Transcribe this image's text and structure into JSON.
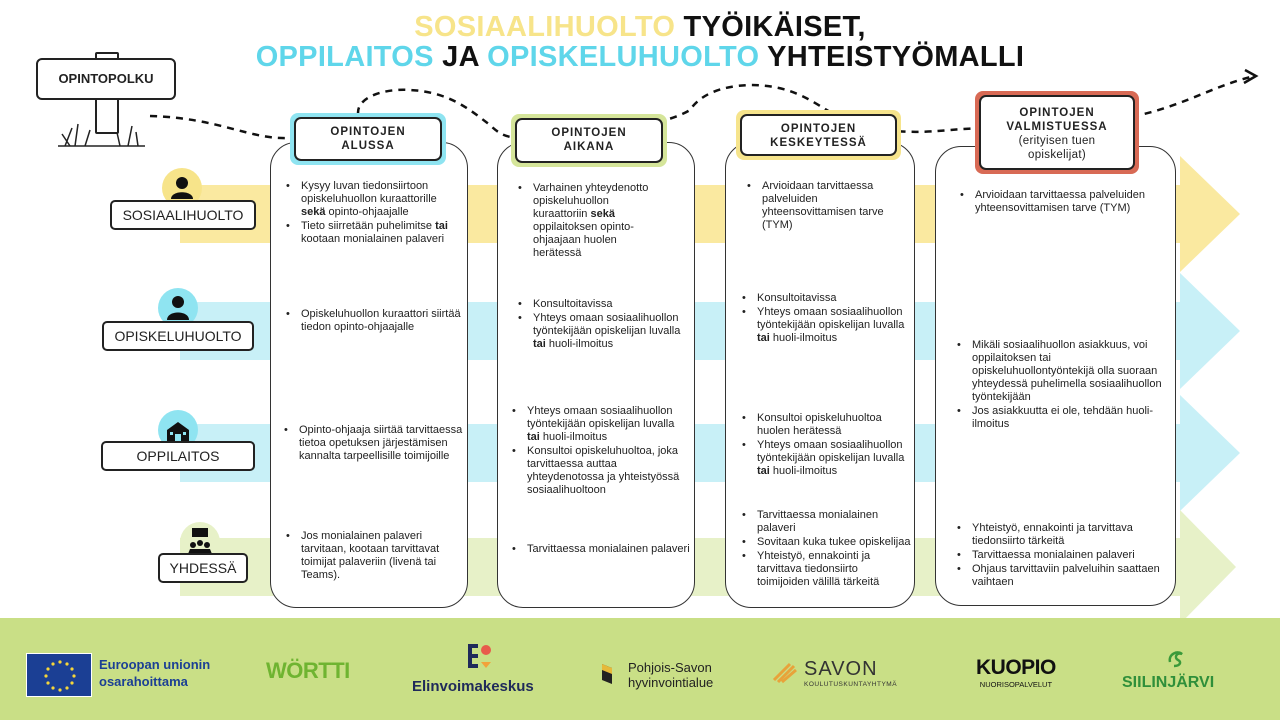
{
  "title": {
    "line1_a": "SOSIAALIHUOLTO",
    "line1_b": " TYÖIKÄISET,",
    "line2_a": "OPPILAITOS",
    "line2_b": " JA ",
    "line2_c": "OPISKELUHUOLTO",
    "line2_d": " YHTEISTYÖMALLI"
  },
  "path_label": "OPINTOPOLKU",
  "rows": [
    {
      "label": "SOSIAALIHUOLTO",
      "icon": "person-icon",
      "color": "#fae9a0"
    },
    {
      "label": "OPISKELUHUOLTO",
      "icon": "student-icon",
      "color": "#c8f0f7"
    },
    {
      "label": "OPPILAITOS",
      "icon": "school-icon",
      "color": "#c8f0f7"
    },
    {
      "label": "YHDESSÄ",
      "icon": "meeting-icon",
      "color": "#e7f1c8"
    }
  ],
  "columns": [
    {
      "header": "OPINTOJEN ALUSSA",
      "header_line1": "OPINTOJEN",
      "header_line2": "ALUSSA",
      "accent": "#8fe4f1",
      "cells": {
        "sosiaalihuolto": [
          "Kysyy luvan tiedonsiirtoon opiskeluhuollon kuraattorille sekä opinto-ohjaajalle",
          "Tieto siirretään puhelimitse tai kootaan monialainen palaveri"
        ],
        "opiskeluhuolto": [
          "Opiskeluhuollon kuraattori siirtää tiedon opinto-ohjaajalle"
        ],
        "oppilaitos": [
          "Opinto-ohjaaja siirtää tarvittaessa tietoa opetuksen järjestämisen kannalta tarpeellisille toimijoille"
        ],
        "yhdessa": [
          "Jos monialainen palaveri tarvitaan, kootaan tarvittavat toimijat palaveriin (livenä tai Teams)."
        ]
      }
    },
    {
      "header": "OPINTOJEN AIKANA",
      "header_line1": "OPINTOJEN",
      "header_line2": "AIKANA",
      "accent": "#d5e59a",
      "cells": {
        "sosiaalihuolto": [
          "Varhainen yhteydenotto opiskeluhuollon kuraattoriin sekä oppilaitoksen opinto-ohjaajaan huolen herätessä"
        ],
        "opiskeluhuolto": [
          "Konsultoitavissa",
          "Yhteys omaan sosiaalihuollon työntekijään opiskelijan luvalla tai huoli-ilmoitus"
        ],
        "oppilaitos": [
          "Yhteys omaan sosiaalihuollon työntekijään opiskelijan luvalla tai huoli-ilmoitus",
          "Konsultoi opiskeluhuoltoa, joka tarvittaessa auttaa yhteydenotossa ja yhteistyössä sosiaalihuoltoon"
        ],
        "yhdessa": [
          "Tarvittaessa monialainen palaveri"
        ]
      }
    },
    {
      "header": "OPINTOJEN KESKEYTESSÄ",
      "header_line1": "OPINTOJEN",
      "header_line2": "KESKEYTESSÄ",
      "accent": "#f6e48c",
      "cells": {
        "sosiaalihuolto": [
          "Arvioidaan tarvittaessa palveluiden yhteensovittamisen tarve (TYM)"
        ],
        "opiskeluhuolto": [
          "Konsultoitavissa",
          "Yhteys omaan sosiaalihuollon työntekijään opiskelijan luvalla tai huoli-ilmoitus"
        ],
        "oppilaitos": [
          "Konsultoi opiskeluhuoltoa huolen herätessä",
          "Yhteys omaan sosiaalihuollon työntekijään opiskelijan luvalla tai huoli-ilmoitus"
        ],
        "yhdessa": [
          "Tarvittaessa monialainen palaveri",
          "Sovitaan kuka tukee opiskelijaa",
          "Yhteistyö, ennakointi ja tarvittava tiedonsiirto toimijoiden välillä tärkeitä"
        ]
      }
    },
    {
      "header": "OPINTOJEN VALMISTUESSA (erityisen tuen opiskelijat)",
      "header_line1": "OPINTOJEN",
      "header_line2": "VALMISTUESSA",
      "header_sub": "(erityisen tuen opiskelijat)",
      "accent": "#d86a55",
      "cells": {
        "sosiaalihuolto": [
          "Arvioidaan tarvittaessa palveluiden yhteensovittamisen tarve (TYM)"
        ],
        "opiskeluhuolto_oppilaitos": [
          "Mikäli sosiaalihuollon asiakkuus, voi oppilaitoksen tai opiskeluhuollontyöntekijä olla suoraan yhteydessä puhelimella sosiaalihuollon työntekijään",
          "Jos asiakkuutta ei ole, tehdään huoli-ilmoitus"
        ],
        "yhdessa": [
          "Yhteistyö, ennakointi ja tarvittava tiedonsiirto tärkeitä",
          "Tarvittaessa monialainen palaveri",
          "Ohjaus tarvittaviin palveluihin saattaen vaihtaen"
        ]
      }
    }
  ],
  "footer": {
    "eu_line1": "Euroopan unionin",
    "eu_line2": "osarahoittama",
    "wortti": "WÖRTTI",
    "elinvoima": "Elinvoimakeskus",
    "pohjois_line1": "Pohjois-Savon",
    "pohjois_line2": "hyvinvointialue",
    "savon": "SAVON",
    "savon_sub": "KOULUTUSKUNTAYHTYMÄ",
    "kuopio": "KUOPIO",
    "kuopio_sub": "NUORISOPALVELUT",
    "siilinjarvi": "SIILINJÄRVI"
  }
}
